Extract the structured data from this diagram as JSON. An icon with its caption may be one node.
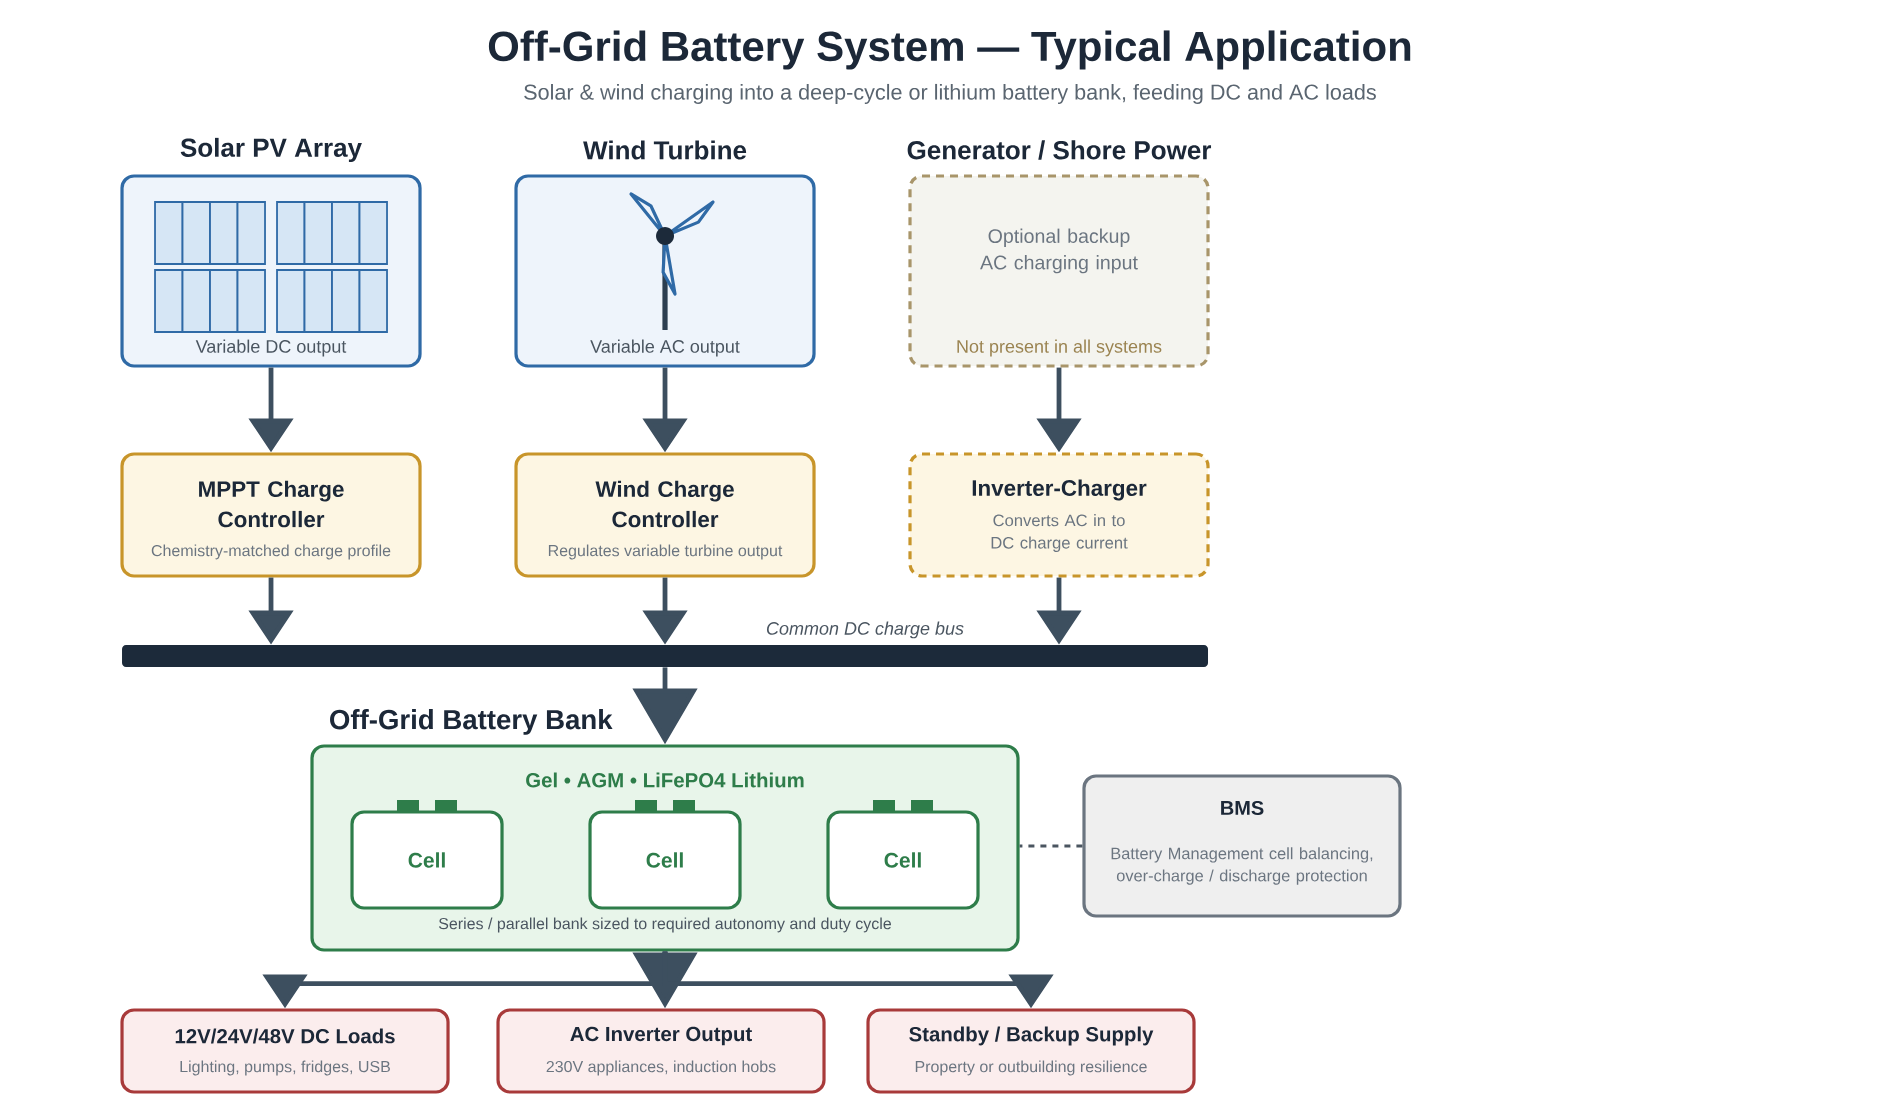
{
  "diagram": {
    "title": "Off-Grid Battery System — Typical Application",
    "nodes": [
      {
        "text": [
          "Solar PV Array",
          "Variable DC output"
        ]
      },
      {
        "text": [
          "Wind Turbine",
          "Variable AC output"
        ]
      },
      {
        "text": [
          "Generator / Shore Power",
          "Optional backup AC charging input",
          "Not present in all systems"
        ]
      },
      {
        "text": [
          "MPPT Charge Controller",
          "Chemistry-matched charge profile"
        ]
      },
      {
        "text": [
          "Wind Charge Controller",
          "Regulates variable turbine output"
        ]
      },
      {
        "text": [
          "Inverter-Charger",
          "Converts AC in to DC charge current"
        ]
      },
      {
        "text": [
          "Common DC charge bus"
        ]
      },
      {
        "text": [
          "Off-Grid Battery Bank",
          "Gel • AGM • LiFePO4 Lithium",
          "Series / parallel bank sized to required autonomy and duty cycle"
        ]
      },
      {
        "text": [
          "Cell"
        ],
        "in": 7
      },
      {
        "text": [
          "Cell"
        ],
        "in": 7
      },
      {
        "text": [
          "Cell"
        ],
        "in": 7
      },
      {
        "text": [
          "BMS",
          "Battery Management cell balancing, over-charge / discharge protection"
        ]
      },
      {
        "text": [
          "12V/24V/48V DC Loads",
          "Lighting, pumps, fridges, USB"
        ]
      },
      {
        "text": [
          "AC Inverter Output",
          "230V appliances, induction hobs"
        ]
      },
      {
        "text": [
          "Standby / Backup Supply",
          "Property or outbuilding resilience"
        ]
      }
    ],
    "edges": [
      {
        "from": 0,
        "to": 3,
        "arrow": "to"
      },
      {
        "from": 1,
        "to": 4,
        "arrow": "to"
      },
      {
        "from": 2,
        "to": 5,
        "arrow": "to"
      },
      {
        "from": 3,
        "to": 6,
        "arrow": "to"
      },
      {
        "from": 4,
        "to": 6,
        "arrow": "to"
      },
      {
        "from": 5,
        "to": 6,
        "arrow": "to"
      },
      {
        "from": 6,
        "to": 7,
        "arrow": "to"
      },
      {
        "from": 7,
        "to": 12,
        "arrow": "to"
      },
      {
        "from": 7,
        "to": 13,
        "arrow": "to"
      },
      {
        "from": 7,
        "to": 14,
        "arrow": "to"
      },
      {
        "from": 11,
        "to": 7,
        "arrow": "none",
        "style": "dashed"
      }
    ],
    "labels": [
      "Solar & wind charging into a deep-cycle or lithium battery bank, feeding DC and AC loads"
    ]
  }
}
